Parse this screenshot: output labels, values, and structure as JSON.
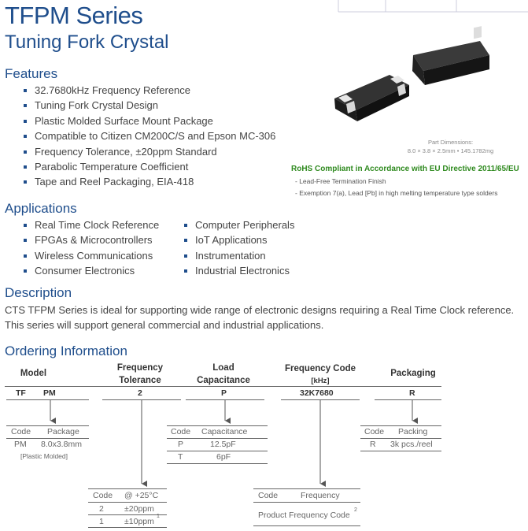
{
  "header": {
    "title": "TFPM Series",
    "subtitle": "Tuning Fork Crystal"
  },
  "features": {
    "heading": "Features",
    "items": [
      "32.7680kHz Frequency Reference",
      "Tuning Fork Crystal Design",
      "Plastic Molded Surface Mount Package",
      "Compatible to Citizen CM200C/S and Epson MC-306",
      "Frequency Tolerance, ±20ppm Standard",
      "Parabolic Temperature Coefficient",
      "Tape and Reel Packaging, EIA-418"
    ]
  },
  "part_dimensions": {
    "label": "Part Dimensions:",
    "value": "8.0 × 3.8 × 2.5mm • 145.1782mg"
  },
  "rohs": {
    "title": "RoHS Compliant in Accordance with EU Directive 2011/65/EU",
    "notes": [
      "- Lead-Free Termination Finish",
      "- Exemption 7(a), Lead [Pb] in high melting temperature type solders"
    ]
  },
  "applications": {
    "heading": "Applications",
    "col1": [
      "Real Time Clock Reference",
      "FPGAs & Microcontrollers",
      "Wireless Communications",
      "Consumer Electronics"
    ],
    "col2": [
      "Computer Peripherals",
      "IoT Applications",
      "Instrumentation",
      "Industrial Electronics"
    ]
  },
  "description": {
    "heading": "Description",
    "lines": [
      "CTS TFPM Series is ideal for supporting wide range of electronic designs requiring a Real Time Clock reference.",
      "This series will support general commercial and industrial applications."
    ]
  },
  "ordering": {
    "heading": "Ordering Information",
    "col_model": "Model",
    "col_tol_1": "Frequency",
    "col_tol_2": "Tolerance",
    "col_load_1": "Load",
    "col_load_2": "Capacitance",
    "col_freq_1": "Frequency Code",
    "col_freq_2": "[kHz]",
    "col_pack": "Packaging",
    "val_tf": "TF",
    "val_pm": "PM",
    "val_tol": "2",
    "val_load": "P",
    "val_freq": "32K7680",
    "val_pack": "R",
    "pkg_table": {
      "h1": "Code",
      "h2": "Package",
      "code": "PM",
      "desc": "8.0x3.8mm",
      "note": "[Plastic Molded]"
    },
    "cap_table": {
      "h1": "Code",
      "h2": "Capacitance",
      "rows": [
        [
          "P",
          "12.5pF"
        ],
        [
          "T",
          "6pF"
        ]
      ]
    },
    "pack_table": {
      "h1": "Code",
      "h2": "Packing",
      "code": "R",
      "desc": "3k pcs./reel"
    },
    "tol_table": {
      "h1": "Code",
      "h2": "@ +25°C",
      "rows": [
        [
          "2",
          "±20ppm",
          ""
        ],
        [
          "1",
          "±10ppm",
          "1"
        ]
      ]
    },
    "freq_table": {
      "h1": "Code",
      "h2": "Frequency",
      "row": "Product Frequency Code",
      "sup": "2"
    }
  }
}
